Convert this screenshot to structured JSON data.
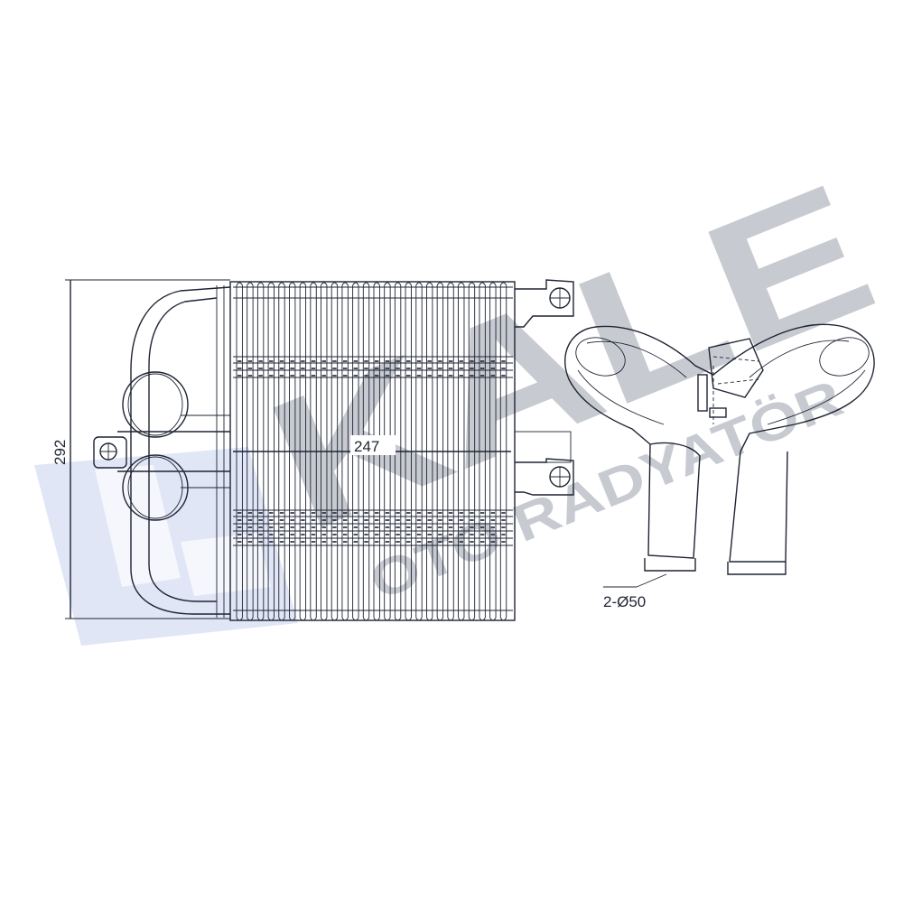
{
  "watermark": {
    "brand": "KALE",
    "subbrand": "OTO RADYATÖR",
    "colors": {
      "grey": "#9aa0aa",
      "blue": "#c7d3ee"
    }
  },
  "dimensions": {
    "height": "292",
    "width": "247",
    "pipe_diameter": "2-Ø50"
  },
  "colors": {
    "line": "#1f2433",
    "background": "#ffffff"
  }
}
